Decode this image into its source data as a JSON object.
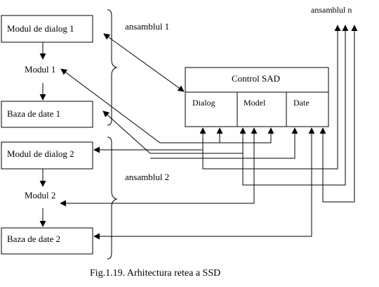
{
  "boxes": {
    "modul_dialog_1": "Modul de dialog 1",
    "baza_date_1": "Baza de date 1",
    "modul_dialog_2": "Modul de dialog 2",
    "baza_date_2": "Baza de date 2"
  },
  "labels": {
    "modul_1": "Modul 1",
    "modul_2": "Modul 2",
    "ansamblul_1": "ansamblul 1",
    "ansamblul_2": "ansamblul 2",
    "ansamblul_n": "ansamblul n"
  },
  "control": {
    "title": "Control SAD",
    "dialog": "Dialog",
    "model": "Model",
    "date": "Date"
  },
  "caption": "Fig.1.19. Arhitectura retea a SSD"
}
